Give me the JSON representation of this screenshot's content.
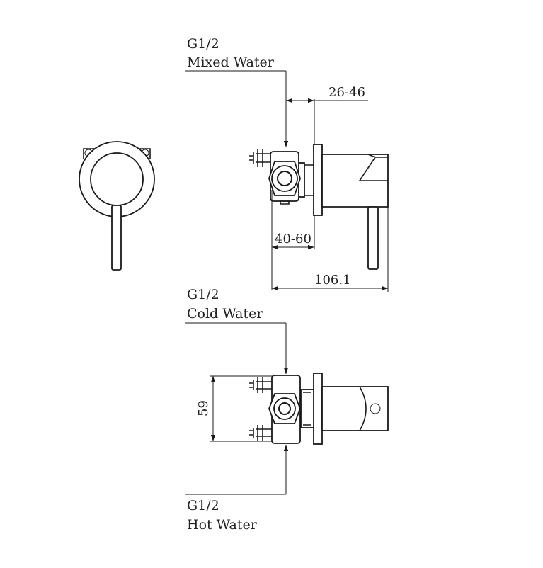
{
  "labels": {
    "mixed": {
      "size": "G1/2",
      "name": "Mixed Water"
    },
    "cold": {
      "size": "G1/2",
      "name": "Cold Water"
    },
    "hot": {
      "size": "G1/2",
      "name": "Hot Water"
    }
  },
  "dimensions": {
    "wall_plate_depth": "26-46",
    "body_depth": "40-60",
    "overall_depth": "106.1",
    "inlet_spacing": "59"
  },
  "colors": {
    "line": "#1a1a1a",
    "background": "#ffffff"
  }
}
